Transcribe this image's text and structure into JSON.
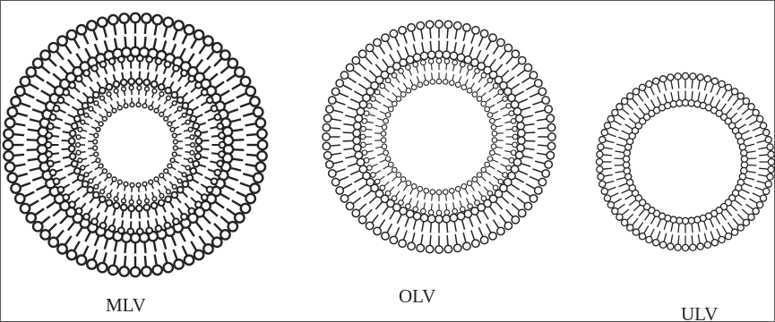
{
  "labels": {
    "mlv": "MLV",
    "olv": "OLV",
    "ulv": "ULV"
  },
  "colors": {
    "line": "#222222",
    "background": "#ffffff",
    "border": "#555555"
  }
}
